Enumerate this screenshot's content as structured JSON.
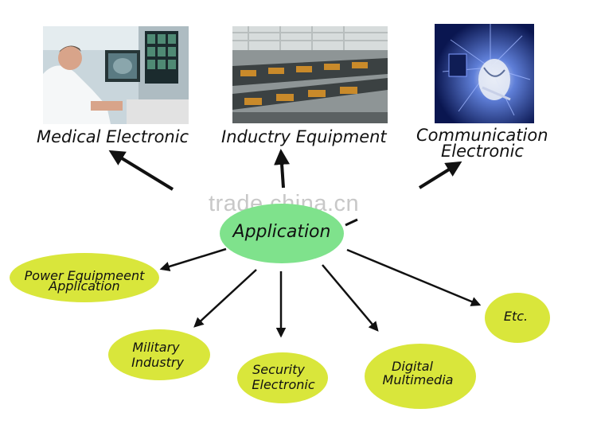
{
  "watermark": "trade.china.cn",
  "photos": {
    "medical": "medical-photo",
    "industry": "factory-photo",
    "communication": "communication-photo"
  },
  "top_labels": {
    "medical": "Medical Electronic",
    "industry": "Inductry Equipment",
    "comm_line1": "Communication",
    "comm_line2": "Electronic"
  },
  "center": {
    "label": "Application",
    "color": "#7fe28c"
  },
  "nodes": {
    "power_line1": "Power Equipmeent",
    "power_line2": "Application",
    "military_line1": "Military",
    "military_line2": "Industry",
    "security_line1": "Security",
    "security_line2": "Electronic",
    "digital_line1": "Digital",
    "digital_line2": "Multimedia",
    "etc": "Etc."
  },
  "colors": {
    "node": "#d9e63b",
    "center": "#7fe28c",
    "arrow": "#111111"
  }
}
